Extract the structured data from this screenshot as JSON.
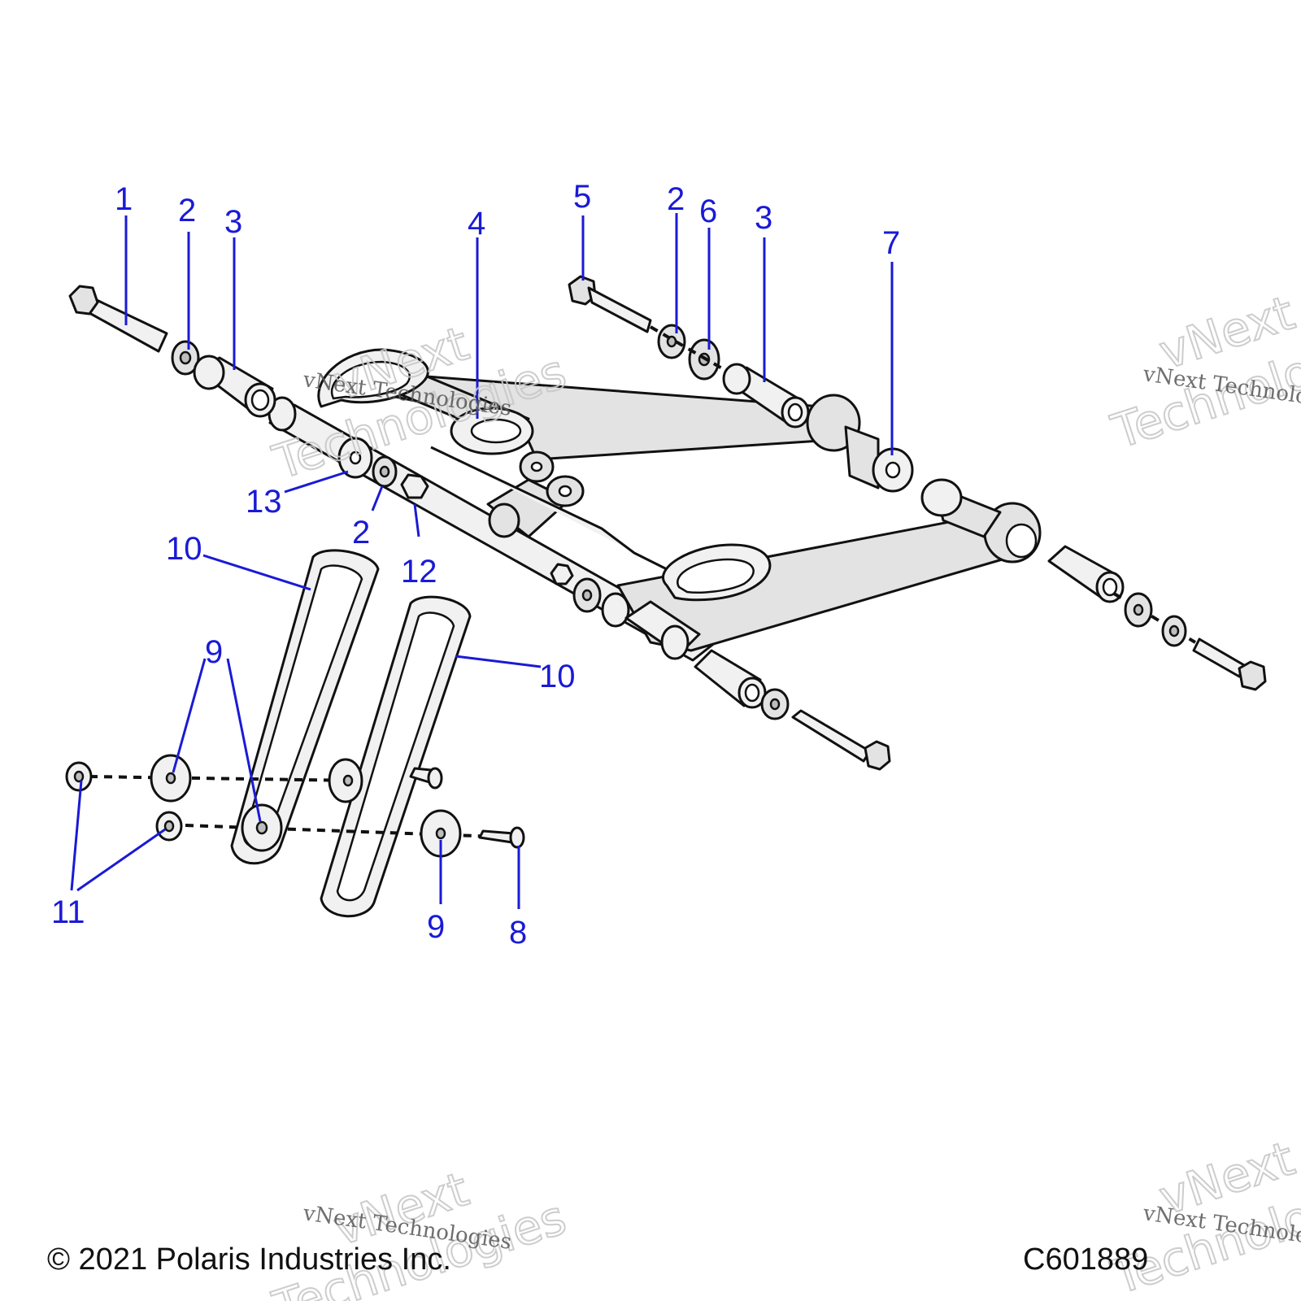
{
  "callouts": [
    {
      "id": "c1",
      "label": "1"
    },
    {
      "id": "c2a",
      "label": "2"
    },
    {
      "id": "c3a",
      "label": "3"
    },
    {
      "id": "c4",
      "label": "4"
    },
    {
      "id": "c5",
      "label": "5"
    },
    {
      "id": "c2b",
      "label": "2"
    },
    {
      "id": "c6",
      "label": "6"
    },
    {
      "id": "c3b",
      "label": "3"
    },
    {
      "id": "c7",
      "label": "7"
    },
    {
      "id": "c13",
      "label": "13"
    },
    {
      "id": "c2c",
      "label": "2"
    },
    {
      "id": "c12",
      "label": "12"
    },
    {
      "id": "c10a",
      "label": "10"
    },
    {
      "id": "c10b",
      "label": "10"
    },
    {
      "id": "c9a",
      "label": "9"
    },
    {
      "id": "c11",
      "label": "11"
    },
    {
      "id": "c9b",
      "label": "9"
    },
    {
      "id": "c8",
      "label": "8"
    }
  ],
  "watermarks": {
    "small": "vNext Technologies",
    "big_line1": "vNext",
    "big_line2": "Technologies"
  },
  "footer": {
    "copyright": "© 2021 Polaris Industries Inc.",
    "figure_id": "C601889"
  },
  "colors": {
    "callout": "#1a1ad6",
    "line_art": "#111111",
    "part_fill": "#e3e3e3"
  }
}
